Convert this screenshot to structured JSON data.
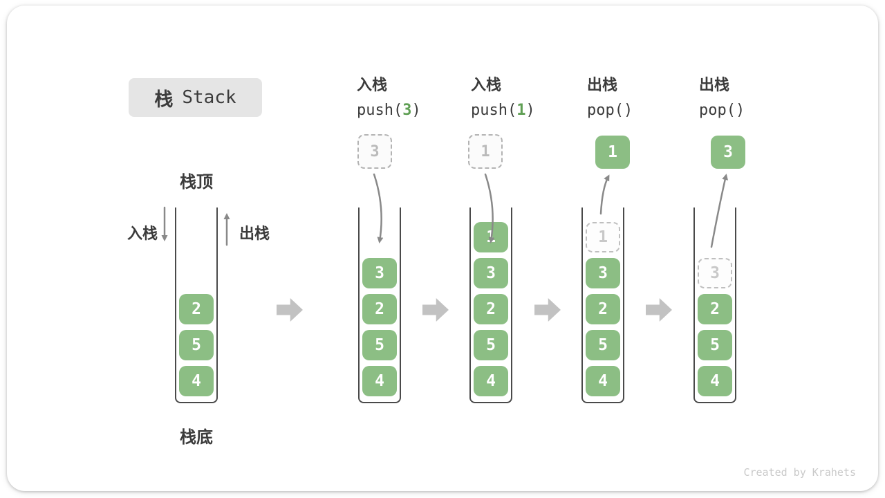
{
  "title": {
    "zh": "栈",
    "en": "Stack"
  },
  "legend": {
    "stack_top": "栈顶",
    "stack_bottom": "栈底",
    "push": "入栈",
    "pop": "出栈"
  },
  "operations": [
    {
      "label": "入栈",
      "code_pre": "push(",
      "code_arg": "3",
      "code_post": ")"
    },
    {
      "label": "入栈",
      "code_pre": "push(",
      "code_arg": "1",
      "code_post": ")"
    },
    {
      "label": "出栈",
      "code_pre": "pop(",
      "code_arg": "",
      "code_post": ")"
    },
    {
      "label": "出栈",
      "code_pre": "pop(",
      "code_arg": "",
      "code_post": ")"
    }
  ],
  "stacks": [
    {
      "name": "initial",
      "items": [
        "2",
        "5",
        "4"
      ]
    },
    {
      "name": "after-push-3",
      "floating": "3",
      "items": [
        "3",
        "2",
        "5",
        "4"
      ]
    },
    {
      "name": "after-push-1",
      "floating": "1",
      "items": [
        "1",
        "3",
        "2",
        "5",
        "4"
      ]
    },
    {
      "name": "after-pop-1",
      "floating": "1",
      "ghost": "1",
      "items": [
        "3",
        "2",
        "5",
        "4"
      ]
    },
    {
      "name": "after-pop-3",
      "floating": "3",
      "ghost": "3",
      "items": [
        "2",
        "5",
        "4"
      ]
    }
  ],
  "watermark": "Created by Krahets",
  "colors": {
    "block_green": "#8cbe84",
    "code_arg_green": "#5f9f54",
    "text_dark": "#3b3b3b",
    "container_wall": "#4a4a4a",
    "flow_arrow_gray": "#898989",
    "step_arrow_gray": "#c2c2c2",
    "title_bg": "#e5e5e5",
    "ghost_gray": "#bfbfbf",
    "watermark_gray": "#c9c9c9"
  }
}
